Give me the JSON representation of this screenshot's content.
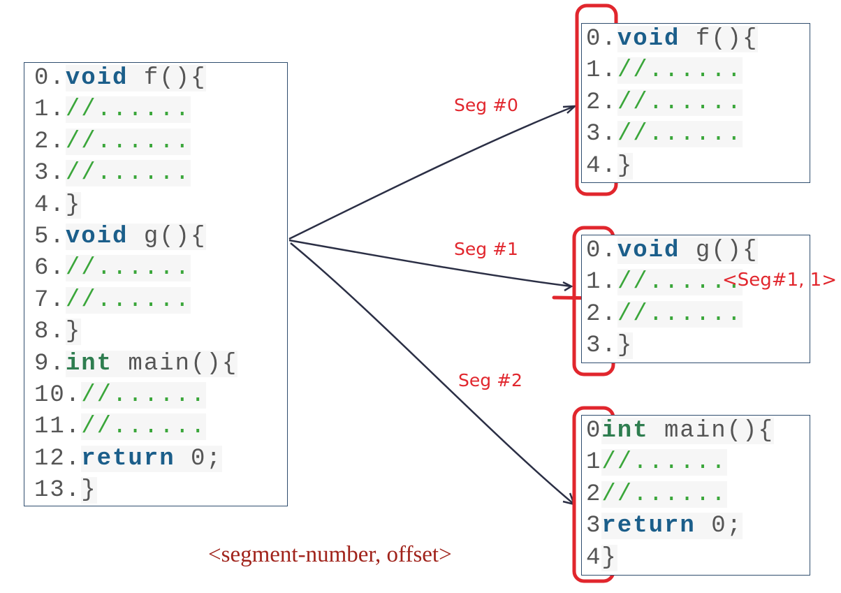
{
  "source": {
    "lines": [
      {
        "num": "0.",
        "parts": [
          {
            "t": "void",
            "c": "kw"
          },
          {
            "t": " f(){",
            "c": "plain"
          }
        ]
      },
      {
        "num": "1.",
        "parts": [
          {
            "t": "//......",
            "c": "cm"
          }
        ]
      },
      {
        "num": "2.",
        "parts": [
          {
            "t": "//......",
            "c": "cm"
          }
        ]
      },
      {
        "num": "3.",
        "parts": [
          {
            "t": "//......",
            "c": "cm"
          }
        ]
      },
      {
        "num": "4.",
        "parts": [
          {
            "t": "}",
            "c": "plain"
          }
        ]
      },
      {
        "num": "5.",
        "parts": [
          {
            "t": "void",
            "c": "kw"
          },
          {
            "t": " g(){",
            "c": "plain"
          }
        ]
      },
      {
        "num": "6.",
        "parts": [
          {
            "t": "//......",
            "c": "cm"
          }
        ]
      },
      {
        "num": "7.",
        "parts": [
          {
            "t": "//......",
            "c": "cm"
          }
        ]
      },
      {
        "num": "8.",
        "parts": [
          {
            "t": "}",
            "c": "plain"
          }
        ]
      },
      {
        "num": "9.",
        "parts": [
          {
            "t": "int",
            "c": "kw-int"
          },
          {
            "t": " main(){",
            "c": "plain"
          }
        ]
      },
      {
        "num": "10.",
        "parts": [
          {
            "t": "//......",
            "c": "cm"
          }
        ]
      },
      {
        "num": "11.",
        "parts": [
          {
            "t": "//......",
            "c": "cm"
          }
        ]
      },
      {
        "num": "12.",
        "parts": [
          {
            "t": "return",
            "c": "kw"
          },
          {
            "t": " 0;",
            "c": "plain"
          }
        ]
      },
      {
        "num": "13.",
        "parts": [
          {
            "t": "}",
            "c": "plain"
          }
        ]
      }
    ]
  },
  "segments": [
    {
      "label": "Seg #0",
      "lines": [
        {
          "num": "0.",
          "parts": [
            {
              "t": "void",
              "c": "kw"
            },
            {
              "t": " f(){",
              "c": "plain"
            }
          ]
        },
        {
          "num": "1.",
          "parts": [
            {
              "t": "//......",
              "c": "cm"
            }
          ]
        },
        {
          "num": "2.",
          "parts": [
            {
              "t": "//......",
              "c": "cm"
            }
          ]
        },
        {
          "num": "3.",
          "parts": [
            {
              "t": "//......",
              "c": "cm"
            }
          ]
        },
        {
          "num": "4.",
          "parts": [
            {
              "t": "}",
              "c": "plain"
            }
          ]
        }
      ]
    },
    {
      "label": "Seg #1",
      "lines": [
        {
          "num": "0.",
          "parts": [
            {
              "t": "void",
              "c": "kw"
            },
            {
              "t": " g(){",
              "c": "plain"
            }
          ]
        },
        {
          "num": "1.",
          "parts": [
            {
              "t": "//......",
              "c": "cm"
            }
          ]
        },
        {
          "num": "2.",
          "parts": [
            {
              "t": "//......",
              "c": "cm"
            }
          ]
        },
        {
          "num": "3.",
          "parts": [
            {
              "t": "}",
              "c": "plain"
            }
          ]
        }
      ]
    },
    {
      "label": "Seg #2",
      "lines": [
        {
          "num": "0",
          "parts": [
            {
              "t": "int",
              "c": "kw-int"
            },
            {
              "t": " main(){",
              "c": "plain"
            }
          ]
        },
        {
          "num": "1",
          "parts": [
            {
              "t": "//......",
              "c": "cm"
            }
          ]
        },
        {
          "num": "2",
          "parts": [
            {
              "t": "//......",
              "c": "cm"
            }
          ]
        },
        {
          "num": "3",
          "parts": [
            {
              "t": "return",
              "c": "kw"
            },
            {
              "t": " 0;",
              "c": "plain"
            }
          ]
        },
        {
          "num": "4",
          "parts": [
            {
              "t": "}",
              "c": "plain"
            }
          ]
        }
      ]
    }
  ],
  "address_label": "<Seg#1, 1>",
  "caption": "<segment-number, offset>",
  "colors": {
    "panel_border": "#2f4d6e",
    "arrow": "#2b2f45",
    "highlight_red": "#e1262d",
    "caption": "#a0231b",
    "keyword": "#1b5e8a",
    "int_keyword": "#2e7d4f",
    "comment": "#3aa63a"
  }
}
